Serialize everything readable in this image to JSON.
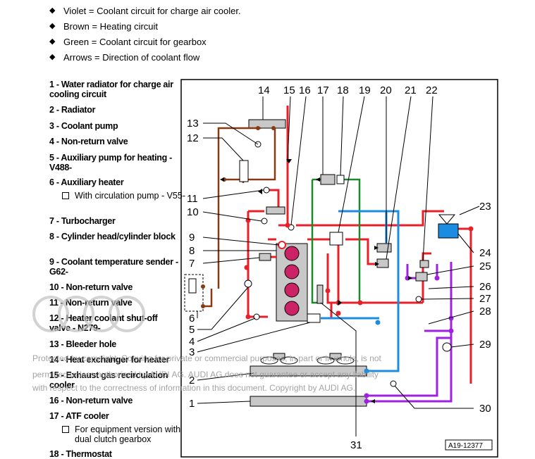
{
  "bullets": [
    "Violet = Coolant circuit for charge air cooler.",
    "Brown = Heating circuit",
    "Green = Coolant circuit for gearbox",
    "Arrows = Direction of coolant flow"
  ],
  "bullet_symbol": "◆",
  "legend": [
    {
      "num": "1",
      "text": "1 - Water radiator for charge air cooling circuit"
    },
    {
      "num": "2",
      "text": "2 - Radiator"
    },
    {
      "num": "3",
      "text": "3 - Coolant pump"
    },
    {
      "num": "4",
      "text": "4 - Non-return valve"
    },
    {
      "num": "5",
      "text": "5 - Auxiliary pump for heating - V488-"
    },
    {
      "num": "6",
      "text": "6 - Auxiliary heater"
    },
    {
      "num": "6a",
      "text": "With circulation pump - V55-"
    },
    {
      "num": "7",
      "text": "7 - Turbocharger"
    },
    {
      "num": "8",
      "text": "8 - Cylinder head/cylinder block"
    },
    {
      "num": "9",
      "text": "9 - Coolant temperature sender - G62-"
    },
    {
      "num": "10",
      "text": "10 - Non-return valve"
    },
    {
      "num": "11",
      "text": "11 - Non-return valve"
    },
    {
      "num": "12",
      "text": "12 - Heater coolant shut-off valve - N279-"
    },
    {
      "num": "13",
      "text": "13 - Bleeder hole"
    },
    {
      "num": "14",
      "text": "14 - Heat exchanger for heater"
    },
    {
      "num": "15",
      "text": "15 - Exhaust gas recirculation cooler"
    },
    {
      "num": "16",
      "text": "16 - Non-return valve"
    },
    {
      "num": "17",
      "text": "17 - ATF cooler"
    },
    {
      "num": "17a",
      "text": "For equipment version with dual clutch gearbox"
    },
    {
      "num": "18",
      "text": "18 - Thermostat"
    }
  ],
  "diagram": {
    "callouts_top": [
      "14",
      "15",
      "16",
      "17",
      "18",
      "19",
      "20",
      "21",
      "22"
    ],
    "callouts_left": [
      "13",
      "12",
      "11",
      "10",
      "9",
      "8",
      "7",
      "6",
      "5",
      "4",
      "3",
      "2",
      "1"
    ],
    "callouts_right": [
      "23",
      "24",
      "25",
      "26",
      "27",
      "28",
      "29",
      "30"
    ],
    "callout_bottom": "31",
    "figure_id": "A19-12377"
  },
  "watermark": {
    "line1": "Protected by copyright. Copying for private or commercial purposes, in part or in whole, is not",
    "line2": "permitted unless authorised by AUDI AG. AUDI AG does not guarantee or accept any liability",
    "line3": "with respect to the correctness of information in this document. Copyright by AUDI AG."
  },
  "colors": {
    "red": "#e8202a",
    "brown": "#8a3a12",
    "green": "#1a8a2a",
    "violet": "#a020e0",
    "blue": "#1c8ce0",
    "gray": "#c8c8c8",
    "engine": "#cc2266"
  }
}
